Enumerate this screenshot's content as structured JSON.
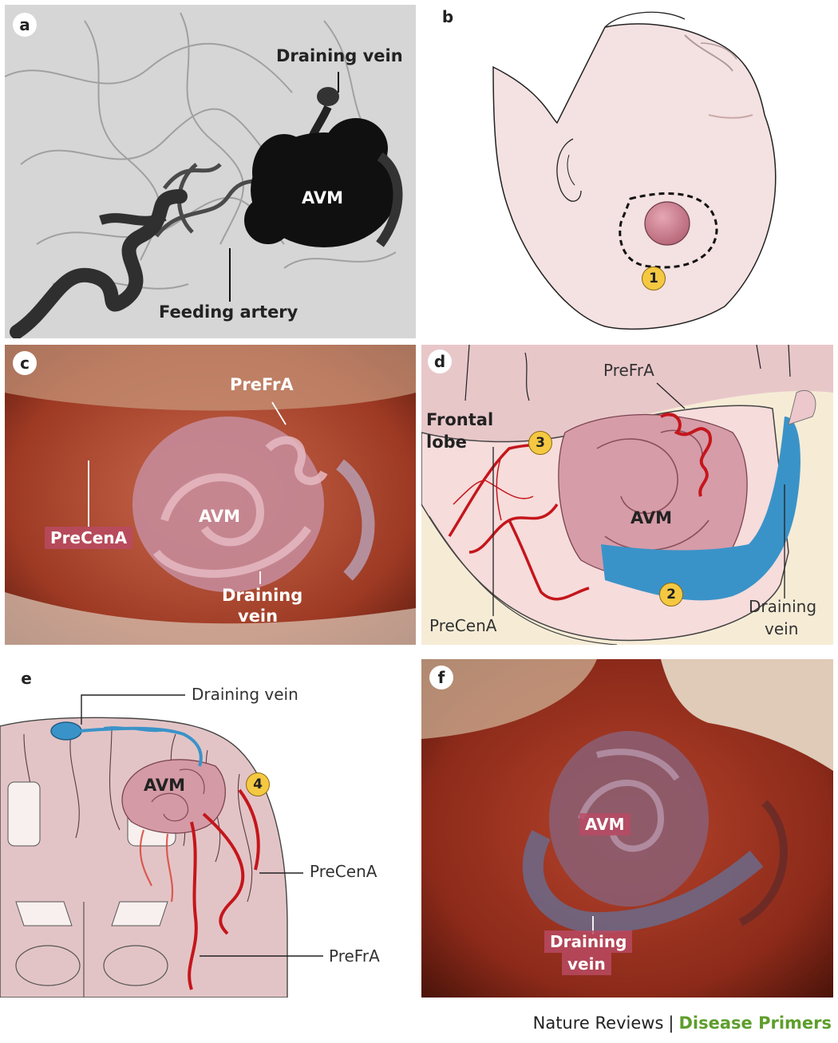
{
  "figure": {
    "panels": {
      "a": {
        "label": "a",
        "draining_vein": "Draining vein",
        "avm": "AVM",
        "feeding_artery": "Feeding artery"
      },
      "b": {
        "label": "b",
        "step": "1"
      },
      "c": {
        "label": "c",
        "prefra": "PreFrA",
        "avm": "AVM",
        "precena": "PreCenA",
        "draining_vein_line1": "Draining",
        "draining_vein_line2": "vein"
      },
      "d": {
        "label": "d",
        "prefra": "PreFrA",
        "frontal_lobe_line1": "Frontal",
        "frontal_lobe_line2": "lobe",
        "step3": "3",
        "avm": "AVM",
        "step2": "2",
        "precena": "PreCenA",
        "draining_vein_line1": "Draining",
        "draining_vein_line2": "vein"
      },
      "e": {
        "label": "e",
        "draining_vein": "Draining vein",
        "avm": "AVM",
        "step4": "4",
        "precena": "PreCenA",
        "prefra": "PreFrA"
      },
      "f": {
        "label": "f",
        "avm": "AVM",
        "draining_vein_line1": "Draining",
        "draining_vein_line2": "vein"
      }
    },
    "footer": {
      "journal": "Nature Reviews",
      "separator": "|",
      "series": "Disease Primers"
    },
    "colors": {
      "artery_red": "#c4161c",
      "vein_blue": "#3a93c8",
      "avm_pink": "#c98e9c",
      "skin": "#f3e2e2",
      "badge_yellow": "#f5c842",
      "series_green": "#5e9e2c"
    }
  }
}
